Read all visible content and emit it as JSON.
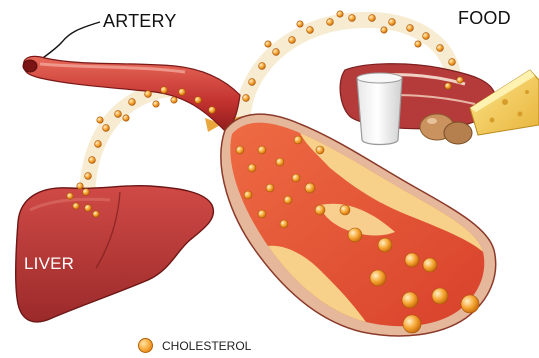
{
  "labels": {
    "artery": "ARTERY",
    "food": "FOOD",
    "liver": "LIVER"
  },
  "legend": {
    "text": "CHOLESTEROL",
    "icon": "cholesterol-particle-icon"
  },
  "colors": {
    "artery_wall": "#c93a3a",
    "artery_highlight": "#f1d4b4",
    "plaque": "#f5c77a",
    "liver": "#b43838",
    "cholesterol": "#f6a531",
    "arrow_trail": "#f4e3bf"
  }
}
